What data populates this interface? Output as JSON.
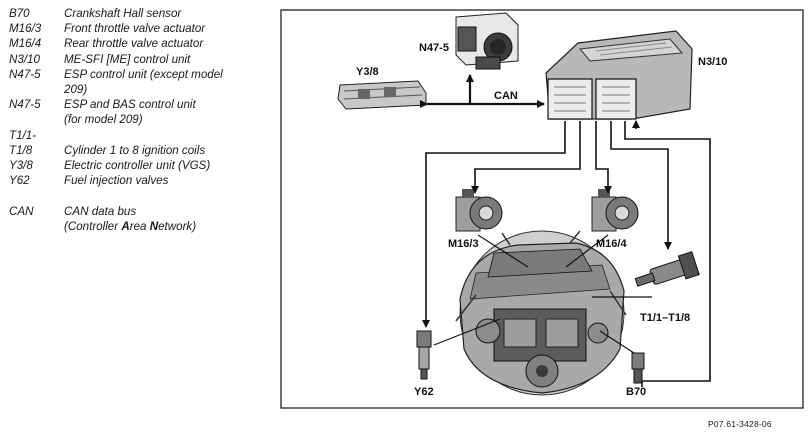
{
  "legend": {
    "items": [
      {
        "code": "B70",
        "text": "Crankshaft Hall sensor"
      },
      {
        "code": "M16/3",
        "text": "Front throttle valve actuator"
      },
      {
        "code": "M16/4",
        "text": "Rear throttle valve actuator"
      },
      {
        "code": "N3/10",
        "text": "ME-SFI [ME] control unit"
      },
      {
        "code": "N47-5",
        "text": "ESP control unit (except model",
        "text2": "209)"
      },
      {
        "code": "N47-5",
        "text": "ESP and BAS control unit",
        "text2": "(for model 209)"
      },
      {
        "code": "T1/1-",
        "text": ""
      },
      {
        "code": "T1/8",
        "text": "Cylinder 1 to 8 ignition coils"
      },
      {
        "code": "Y3/8",
        "text": "Electric controller unit (VGS)"
      },
      {
        "code": "Y62",
        "text": "Fuel injection valves"
      }
    ],
    "can": {
      "code": "CAN",
      "text": "CAN data bus",
      "text2_prefix": "(Controller ",
      "text2_a": "A",
      "text2_mid": "rea ",
      "text2_n": "N",
      "text2_suffix": "etwork)"
    }
  },
  "diagram_labels": {
    "n47": "N47-5",
    "y38": "Y3/8",
    "can": "CAN",
    "n310": "N3/10",
    "m163": "M16/3",
    "m164": "M16/4",
    "t1": "T1/1–T1/8",
    "y62": "Y62",
    "b70": "B70"
  },
  "doc_ref": "P07.61-3428-06"
}
